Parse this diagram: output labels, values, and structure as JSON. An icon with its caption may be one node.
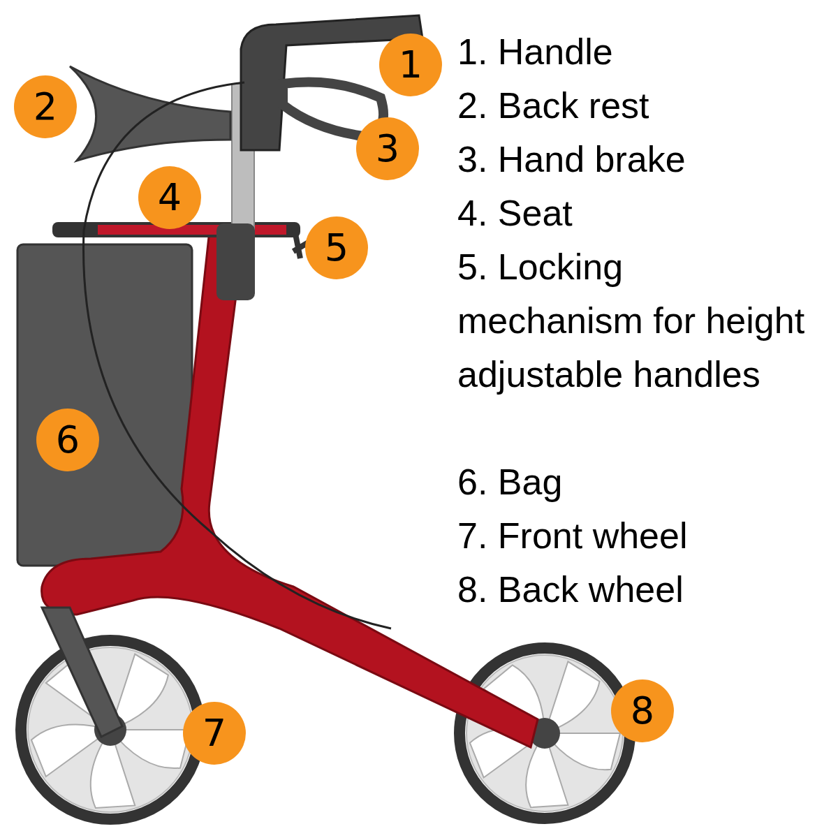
{
  "diagram": {
    "labels": [
      "1. Handle",
      "2. Back rest",
      "3. Hand brake",
      "4. Seat",
      "5. Locking mechanism for height adjustable handles",
      "6. Bag",
      "7. Front wheel",
      "8. Back wheel",
      "1",
      "2",
      "3",
      "4",
      "5",
      "6",
      "7",
      "8"
    ]
  }
}
